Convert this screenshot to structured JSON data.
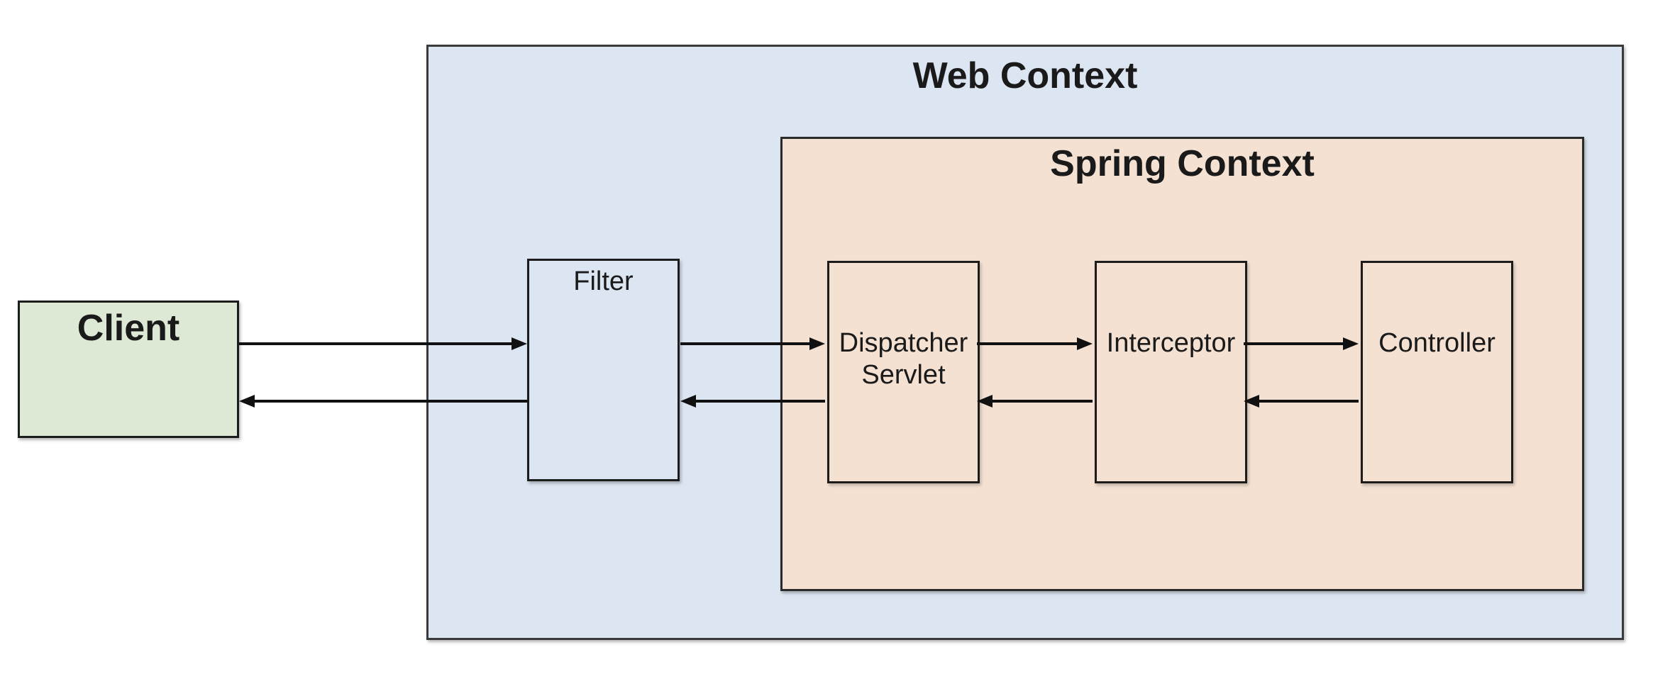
{
  "diagram": {
    "client": {
      "label": "Client"
    },
    "web_context": {
      "title": "Web Context"
    },
    "spring_context": {
      "title": "Spring Context"
    },
    "nodes": {
      "filter": {
        "label": "Filter"
      },
      "dispatcher_servlet": {
        "label": "Dispatcher Servlet"
      },
      "interceptor": {
        "label": "Interceptor"
      },
      "controller": {
        "label": "Controller"
      }
    },
    "flow": {
      "forward": [
        "Client",
        "Filter",
        "Dispatcher Servlet",
        "Interceptor",
        "Controller"
      ],
      "return": [
        "Controller",
        "Interceptor",
        "Dispatcher Servlet",
        "Filter",
        "Client"
      ]
    }
  },
  "colors": {
    "client_fill": "#dde9d4",
    "web_context_fill": "#dce6f2",
    "spring_context_fill": "#f4e1d2",
    "border": "#2e2e2e",
    "arrow": "#111111",
    "text": "#1a1a1a"
  }
}
